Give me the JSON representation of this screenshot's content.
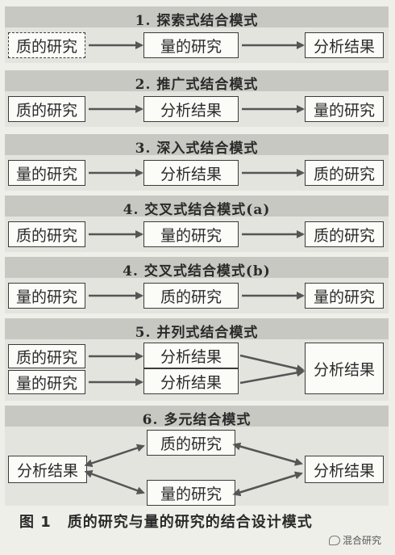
{
  "panels": [
    {
      "title": "1. 探索式结合模式",
      "boxes": [
        "质的研究",
        "量的研究",
        "分析结果"
      ]
    },
    {
      "title": "2. 推广式结合模式",
      "boxes": [
        "质的研究",
        "分析结果",
        "量的研究"
      ]
    },
    {
      "title": "3. 深入式结合模式",
      "boxes": [
        "量的研究",
        "分析结果",
        "质的研究"
      ]
    },
    {
      "title": "4. 交叉式结合模式(a)",
      "boxes": [
        "质的研究",
        "量的研究",
        "质的研究"
      ]
    },
    {
      "title": "4. 交叉式结合模式(b)",
      "boxes": [
        "量的研究",
        "质的研究",
        "量的研究"
      ]
    },
    {
      "title": "5. 并列式结合模式",
      "boxes": [
        "质的研究",
        "量的研究",
        "分析结果",
        "分析结果",
        "分析结果"
      ]
    },
    {
      "title": "6. 多元结合模式",
      "boxes": [
        "质的研究",
        "分析结果",
        "分析结果",
        "量的研究"
      ]
    }
  ],
  "caption": {
    "figure": "图 1",
    "text": "质的研究与量的研究的结合设计模式"
  },
  "watermark": "混合研究"
}
